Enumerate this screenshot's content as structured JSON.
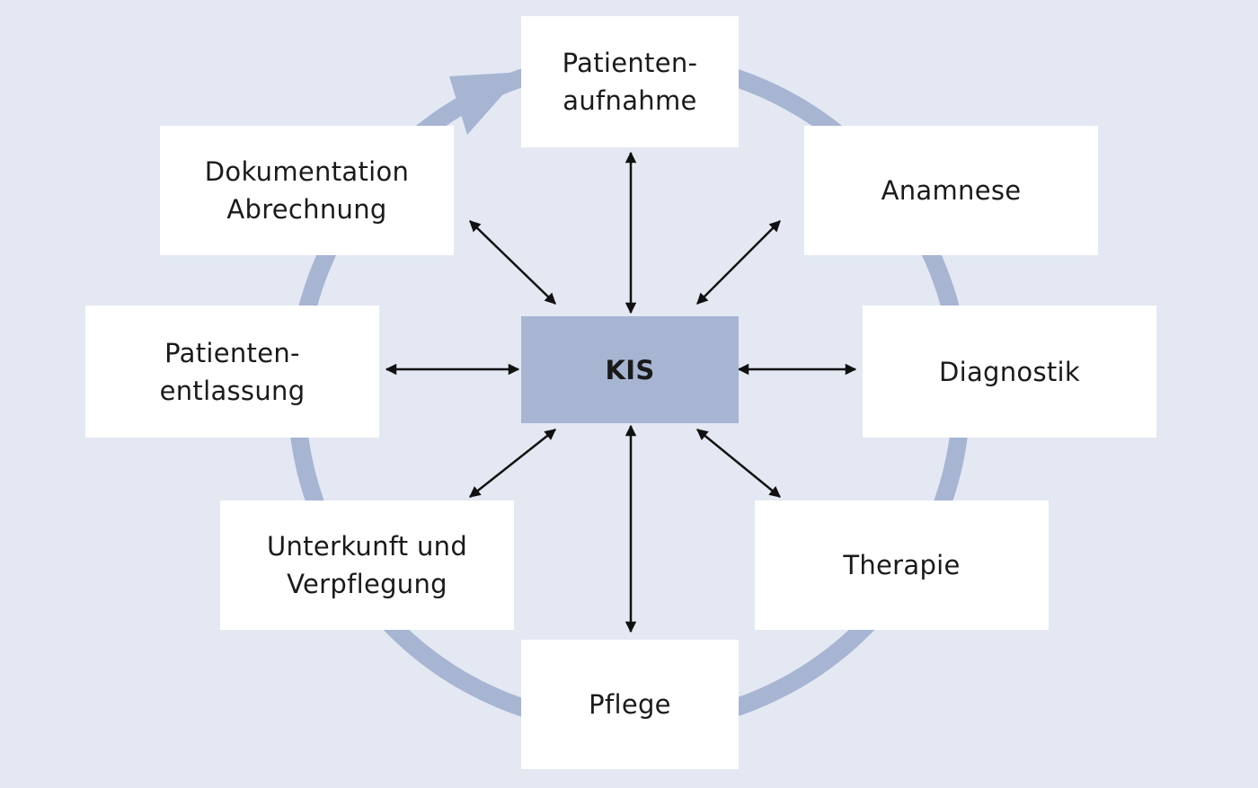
{
  "colors": {
    "background": "#e3e8f2",
    "cycle_ring": "#a7b5d3",
    "center_fill": "#a7b5d3",
    "box_fill": "#ffffff",
    "arrow": "#111111"
  },
  "center": {
    "label": "KIS"
  },
  "nodes": {
    "aufnahme": "Patienten-\naufnahme",
    "anamnese": "Anamnese",
    "diagnostik": "Diagnostik",
    "therapie": "Therapie",
    "pflege": "Pflege",
    "unterkunft": "Unterkunft und\nVerpflegung",
    "entlassung": "Patienten-\nentlassung",
    "dokumentation": "Dokumentation\nAbrechnung"
  }
}
